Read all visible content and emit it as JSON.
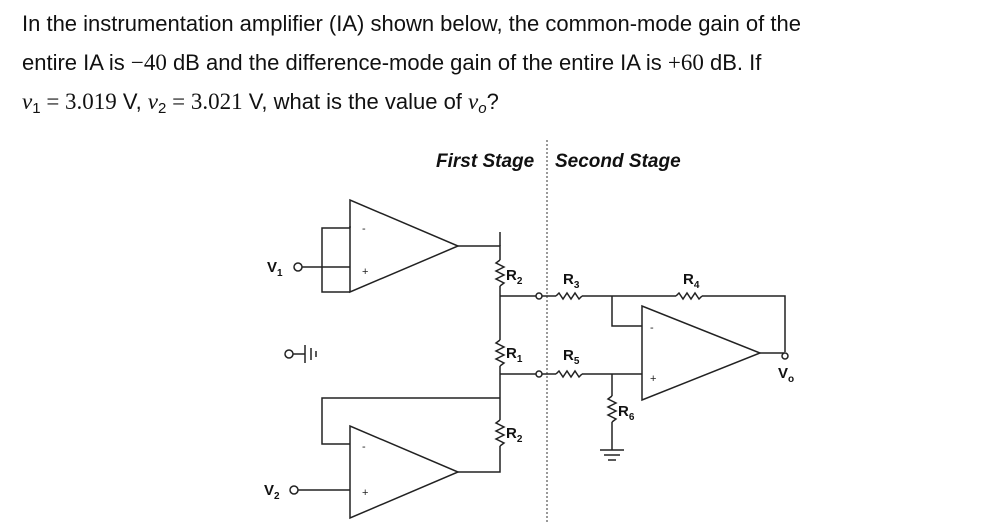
{
  "question": {
    "line1": "In the instrumentation amplifier (IA) shown below, the common-mode gain of the",
    "line2_a": "entire IA is ",
    "cm_gain": "−40",
    "line2_b": " dB and the difference-mode gain of the entire IA is ",
    "dm_gain": "+60",
    "line2_c": " dB. If",
    "v1_sym": "v",
    "v1_sub": "1",
    "v1_val": " = 3.019",
    "v1_unit": " V, ",
    "v2_sym": "v",
    "v2_sub": "2",
    "v2_val": " = 3.021",
    "v2_unit": " V, what is the value of ",
    "vo_sym": "v",
    "vo_sub": "o",
    "end": "?"
  },
  "circuit": {
    "stage1_label": "First Stage",
    "stage2_label": "Second Stage",
    "resistors": {
      "r2_top": {
        "name": "R",
        "sub": "2"
      },
      "r1": {
        "name": "R",
        "sub": "1"
      },
      "r2_bottom": {
        "name": "R",
        "sub": "2"
      },
      "r3": {
        "name": "R",
        "sub": "3"
      },
      "r4": {
        "name": "R",
        "sub": "4"
      },
      "r5": {
        "name": "R",
        "sub": "5"
      },
      "r6": {
        "name": "R",
        "sub": "6"
      }
    },
    "inputs": {
      "v1": {
        "name": "V",
        "sub": "1"
      },
      "v2": {
        "name": "V",
        "sub": "2"
      }
    },
    "output": {
      "name": "V",
      "sub": "o"
    },
    "pins": {
      "minus": "-",
      "plus": "+"
    }
  }
}
